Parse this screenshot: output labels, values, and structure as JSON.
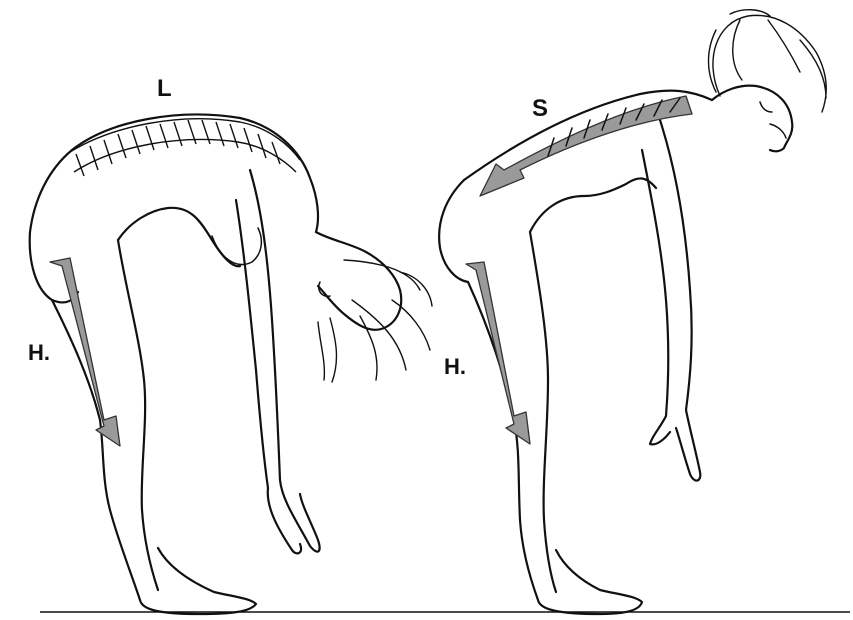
{
  "figure": {
    "labels": {
      "left_back": "L",
      "left_hamstring": "H.",
      "right_back": "S",
      "right_hamstring": "H."
    },
    "colors": {
      "ink": "#111111",
      "arrow_fill": "#9a9a9a",
      "background": "#ffffff"
    }
  }
}
